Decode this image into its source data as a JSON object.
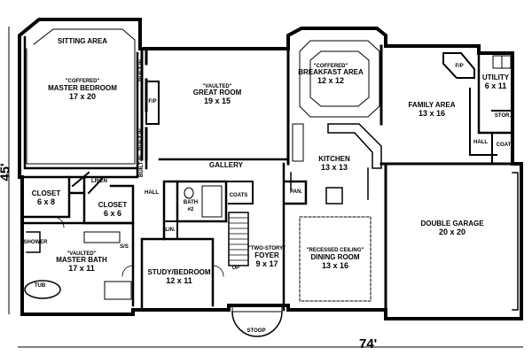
{
  "overall": {
    "width": "74'",
    "depth": "45'"
  },
  "rooms": {
    "sitting_area": {
      "name": "SITTING AREA"
    },
    "master_bedroom": {
      "note": "\"COFFERED\"",
      "name": "MASTER BEDROOM",
      "dims": "17 x 20"
    },
    "great_room": {
      "note": "\"VAULTED\"",
      "name": "GREAT ROOM",
      "dims": "19 x 15"
    },
    "breakfast_area": {
      "note": "\"COFFERED\"",
      "name": "BREAKFAST AREA",
      "dims": "12 x 12"
    },
    "family_area": {
      "name": "FAMILY AREA",
      "dims": "13 x 16"
    },
    "utility": {
      "name": "UTILITY",
      "dims": "6 x 11"
    },
    "kitchen": {
      "name": "KITCHEN",
      "dims": "13 x 13"
    },
    "gallery": {
      "name": "GALLERY"
    },
    "closet_1": {
      "name": "CLOSET",
      "dims": "6 x 8"
    },
    "closet_2": {
      "name": "CLOSET",
      "dims": "6 x 6"
    },
    "linen": {
      "name": "LINEN"
    },
    "lin": {
      "name": "LIN."
    },
    "hall_left": {
      "name": "HALL"
    },
    "hall_right": {
      "name": "HALL"
    },
    "bath2": {
      "name": "BATH",
      "dims": "#2"
    },
    "coats_foyer": {
      "name": "COATS"
    },
    "coats_right": {
      "name": "COATS"
    },
    "stor": {
      "name": "STOR."
    },
    "pan": {
      "name": "PAN."
    },
    "master_bath": {
      "note": "\"VAULTED\"",
      "name": "MASTER BATH",
      "dims": "17 x 11"
    },
    "study": {
      "name": "STUDY/BEDROOM",
      "dims": "12 x 11"
    },
    "foyer": {
      "note": "\"TWO-STORY\"",
      "name": "FOYER",
      "dims": "9 x 17"
    },
    "dining": {
      "note": "\"RECESSED CEILING\"",
      "name": "DINING ROOM",
      "dims": "13 x 16"
    },
    "garage": {
      "name": "DOUBLE GARAGE",
      "dims": "20 x 20"
    },
    "stoop": {
      "name": "STOOP"
    }
  },
  "fixtures": {
    "fp_great": "F/P",
    "fp_family": "F/P",
    "built_in_1": "BUILT-IN",
    "built_in_2": "BUILT-IN",
    "built_in_3": "BUILT-IN",
    "shower": "SHOWER",
    "tub": "TUB",
    "ss": "S/S",
    "up": "UP"
  }
}
